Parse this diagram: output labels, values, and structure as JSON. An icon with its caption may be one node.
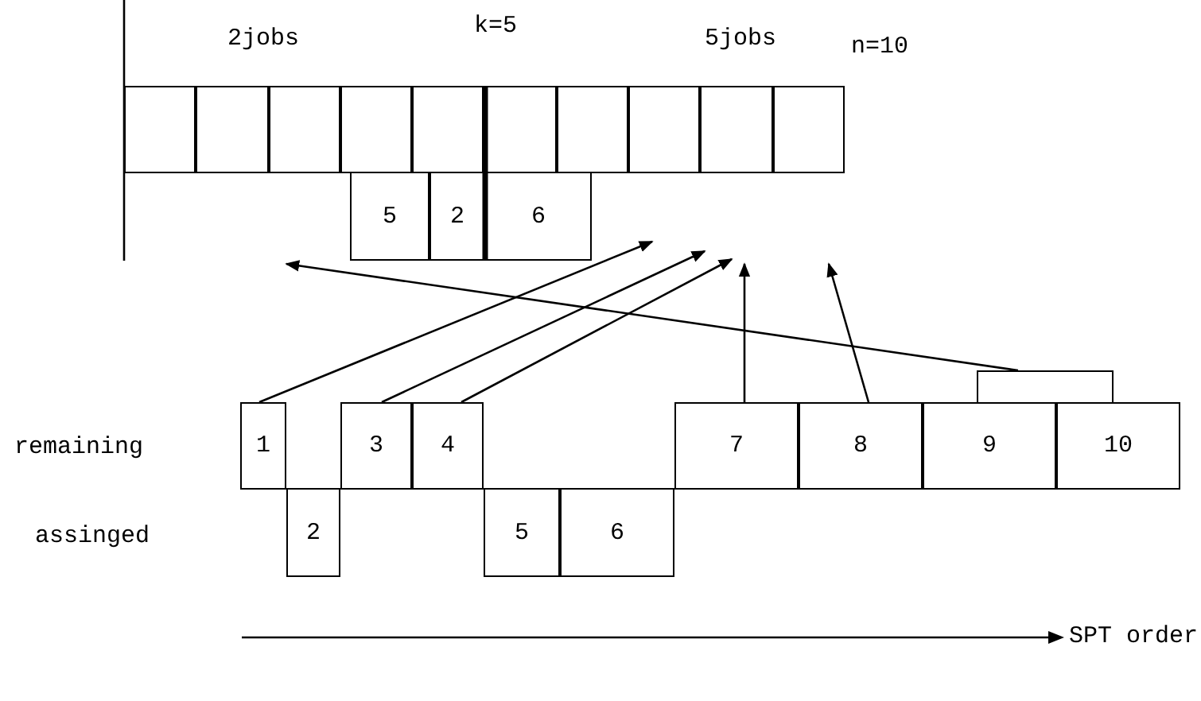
{
  "diagram": {
    "nodes": [
      {
        "text": [],
        "shape": "box"
      },
      {
        "text": [],
        "shape": "box"
      },
      {
        "text": [],
        "shape": "box"
      },
      {
        "text": [],
        "shape": "box"
      },
      {
        "text": [],
        "shape": "box"
      },
      {
        "text": [],
        "shape": "box"
      },
      {
        "text": [],
        "shape": "box"
      },
      {
        "text": [],
        "shape": "box"
      },
      {
        "text": [],
        "shape": "box"
      },
      {
        "text": [],
        "shape": "box"
      },
      {
        "text": [
          "5"
        ]
      },
      {
        "text": [
          "2"
        ]
      },
      {
        "text": [
          "6"
        ]
      },
      {
        "text": [],
        "shape": "bracket"
      },
      {
        "text": [
          "1"
        ]
      },
      {
        "text": [
          "3"
        ]
      },
      {
        "text": [
          "4"
        ]
      },
      {
        "text": [
          "7"
        ]
      },
      {
        "text": [
          "8"
        ]
      },
      {
        "text": [
          "9"
        ]
      },
      {
        "text": [
          "10"
        ]
      },
      {
        "text": [
          "2"
        ]
      },
      {
        "text": [
          "5"
        ]
      },
      {
        "text": [
          "6"
        ]
      }
    ],
    "edges": [
      {
        "from": 14,
        "to": null,
        "arrow": "to"
      },
      {
        "from": 15,
        "to": null,
        "arrow": "to"
      },
      {
        "from": 16,
        "to": null,
        "arrow": "to"
      },
      {
        "from": 17,
        "to": null,
        "arrow": "to"
      },
      {
        "from": 18,
        "to": null,
        "arrow": "to"
      },
      {
        "from": 13,
        "to": null,
        "arrow": "to"
      }
    ],
    "labels": [
      "2jobs",
      "k=5",
      "5jobs",
      "n=10",
      "remaining",
      "assinged",
      "SPT order"
    ]
  }
}
